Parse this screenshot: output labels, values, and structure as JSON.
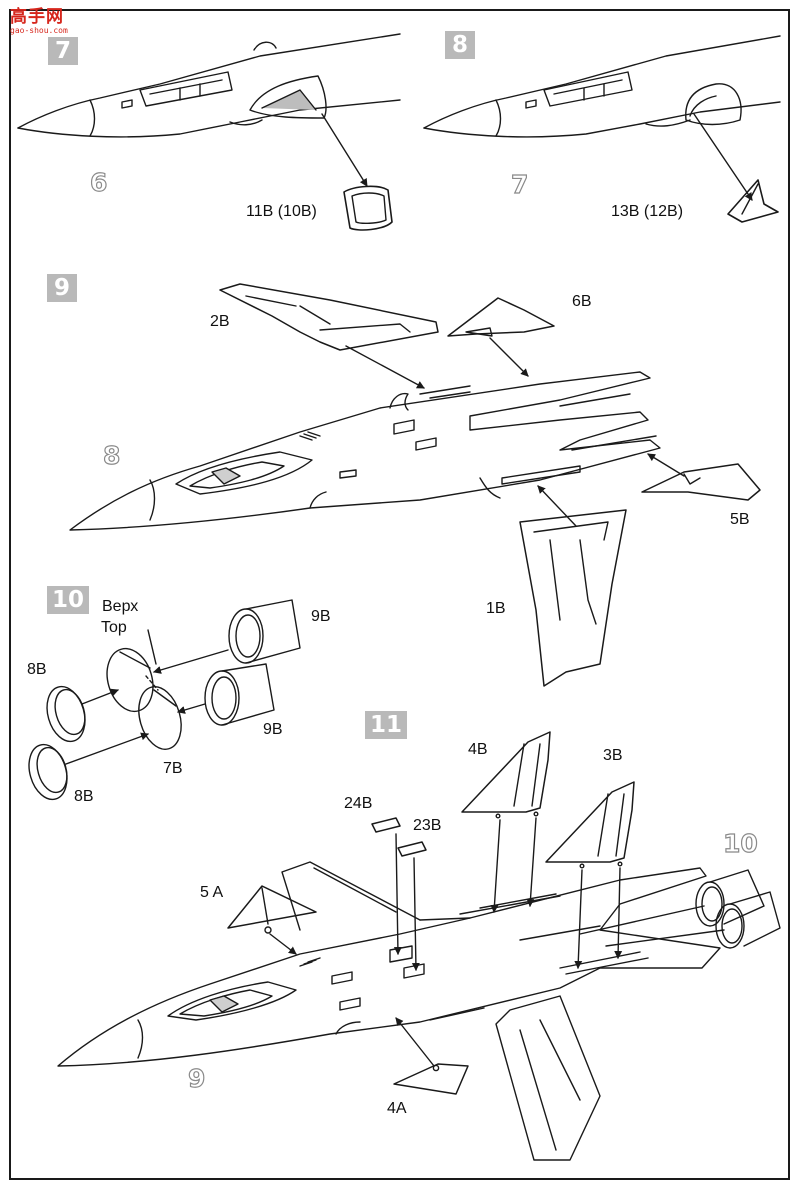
{
  "watermark": {
    "logo": "高手网",
    "url": "gao-shou.com"
  },
  "colors": {
    "step_badge": "#b9b9b9",
    "watermark": "#d6261c",
    "line": "#1a1a1a"
  },
  "steps": {
    "s7": "7",
    "s8": "8",
    "s9": "9",
    "s10": "10",
    "s11": "11"
  },
  "refs": {
    "r6": "6",
    "r7": "7",
    "r8": "8",
    "r10": "10",
    "r9": "9"
  },
  "labels": {
    "p11B": "11B (10B)",
    "p13B": "13B (12B)",
    "p2B": "2B",
    "p6B": "6B",
    "p5B": "5B",
    "p1B": "1B",
    "verkh": "Верх",
    "top": "Top",
    "p9B_a": "9B",
    "p8B_a": "8B",
    "p9B_b": "9B",
    "p7B": "7B",
    "p8B_b": "8B",
    "p4B": "4B",
    "p3B": "3B",
    "p24B": "24B",
    "p23B": "23B",
    "p5A": "5 A",
    "p4A": "4A"
  }
}
